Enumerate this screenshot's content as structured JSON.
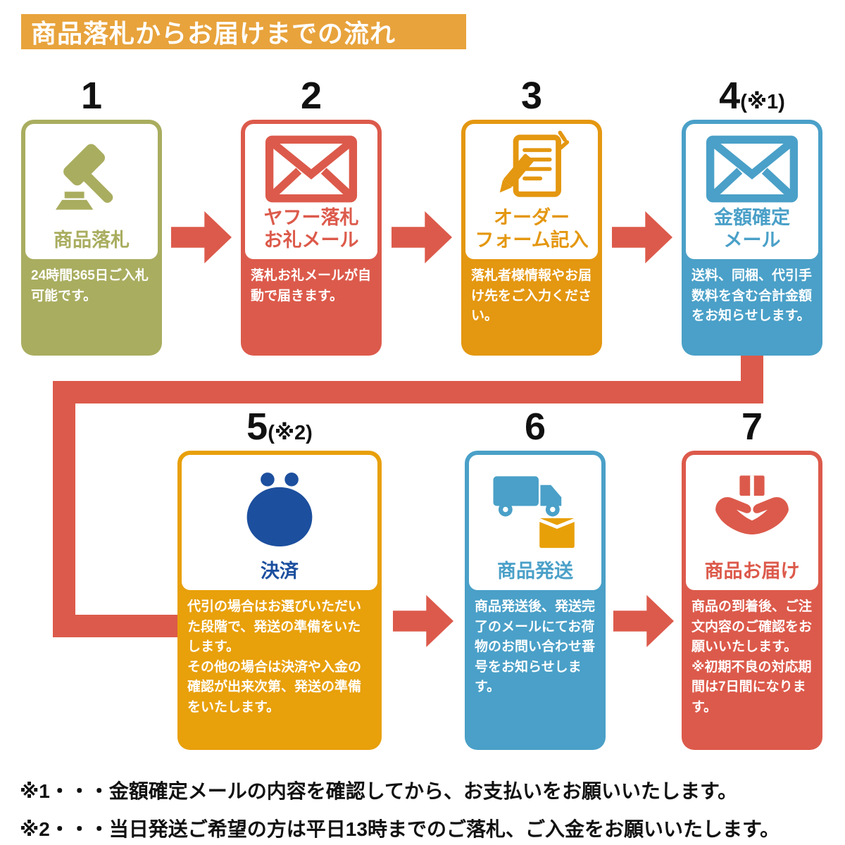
{
  "header": {
    "title": "商品落札からお届けまでの流れ"
  },
  "steps": [
    {
      "num": "1",
      "suffix": "",
      "icon": "gavel-icon",
      "title": "商品落札",
      "desc": "24時間365日ご入札可能です。",
      "color": "#A9AD5F"
    },
    {
      "num": "2",
      "suffix": "",
      "icon": "envelope-icon",
      "title": "ヤフー落札\nお礼メール",
      "desc": "落札お礼メールが自動で届きます。",
      "color": "#DC5A4B"
    },
    {
      "num": "3",
      "suffix": "",
      "icon": "order-form-pencil-icon",
      "title": "オーダー\nフォーム記入",
      "desc": "落札者様情報やお届け先をご入力ください。",
      "color": "#E49710"
    },
    {
      "num": "4",
      "suffix": "(※1)",
      "icon": "envelope-icon",
      "title": "金額確定\nメール",
      "desc": "送料、同梱、代引手数料を含む合計金額をお知らせします。",
      "color": "#4AA0C8"
    },
    {
      "num": "5",
      "suffix": "(※2)",
      "icon": "coin-purse-icon",
      "title": "決済",
      "desc": "代引の場合はお選びいただいた段階で、発送の準備をいたします。\nその他の場合は決済や入金の確認が出来次第、発送の準備をいたします。",
      "color": "#E8A00B"
    },
    {
      "num": "6",
      "suffix": "",
      "icon": "delivery-truck-box-icon",
      "title": "商品発送",
      "desc": "商品発送後、発送完了のメールにてお荷物のお問い合わせ番号をお知らせします。",
      "color": "#4AA0C8"
    },
    {
      "num": "7",
      "suffix": "",
      "icon": "hands-package-icon",
      "title": "商品お届け",
      "desc": "商品の到着後、ご注文内容のご確認をお願いいたします。\n※初期不良の対応期間は7日間になります。",
      "color": "#DC5A4B"
    }
  ],
  "footnotes": [
    "※1・・・金額確定メールの内容を確認してから、お支払いをお願いいたします。",
    "※2・・・当日発送ご希望の方は平日13時までのご落札、ご入金をお願いいたします。"
  ],
  "palette": {
    "header_bg": "#E8A33C",
    "arrow_red": "#DC5A4B",
    "olive": "#A9AD5F",
    "coral_red": "#DC5A4B",
    "orange": "#E49710",
    "deep_orange": "#E8A00B",
    "blue": "#4AA0C8",
    "navy": "#1C4F9E",
    "text_black": "#111111",
    "background": "#FFFFFF"
  }
}
